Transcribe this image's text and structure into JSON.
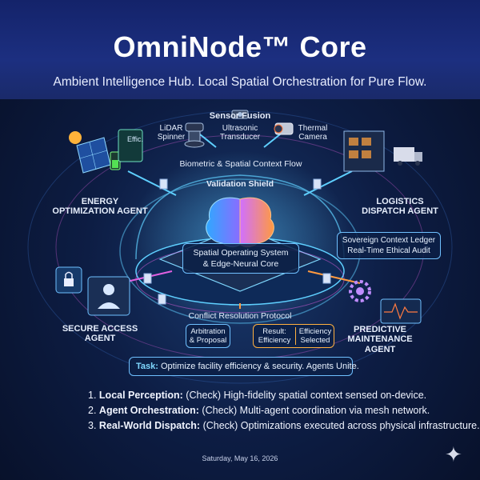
{
  "header": {
    "title": "OmniNode™ Core",
    "subtitle": "Ambient Intelligence Hub. Local Spatial Orchestration for Pure Flow."
  },
  "diagram": {
    "sensor_fusion": "Sensor Fusion",
    "sensors": {
      "lidar": [
        "LiDAR",
        "Spinner"
      ],
      "ultrasonic": [
        "Ultrasonic",
        "Transducer"
      ],
      "thermal": [
        "Thermal",
        "Camera"
      ]
    },
    "context_flow": "Biometric & Spatial Context Flow",
    "validation_shield": "Validation Shield",
    "core": [
      "Spatial Operating System",
      "& Edge-Neural Core"
    ],
    "energy_agent": [
      "ENERGY",
      "OPTIMIZATION AGENT"
    ],
    "energy_tile_text": "Effic.",
    "logistics_agent": [
      "LOGISTICS",
      "DISPATCH AGENT"
    ],
    "ledger": [
      "Sovereign Context Ledger",
      "Real-Time Ethical Audit"
    ],
    "secure_agent": [
      "SECURE ACCESS",
      "AGENT"
    ],
    "predictive_agent": [
      "PREDICTIVE",
      "MAINTENANCE",
      "AGENT"
    ],
    "conflict_protocol": "Conflict Resolution Protocol",
    "arbitration": [
      "Arbitration",
      "& Proposal"
    ],
    "result": [
      "Result:",
      "Efficiency"
    ],
    "selected": [
      "Efficiency",
      "Selected"
    ],
    "task_label": "Task:",
    "task_text": "Optimize facility efficiency & security. Agents Unite."
  },
  "steps": [
    {
      "num": "1.",
      "title": "Local Perception:",
      "text": "(Check) High-fidelity spatial context sensed on-device."
    },
    {
      "num": "2.",
      "title": "Agent Orchestration:",
      "text": "(Check) Multi-agent coordination via mesh network."
    },
    {
      "num": "3.",
      "title": "Real-World Dispatch:",
      "text": "(Check) Optimizations executed across physical infrastructure."
    }
  ],
  "date": "Saturday, May 16, 2026",
  "colors": {
    "accent_cyan": "#5fd0ff",
    "accent_magenta": "#e060e0",
    "accent_orange": "#ff9a40",
    "header_bg": "#1c2f80"
  },
  "icons": [
    "solar-panel-icon",
    "battery-icon",
    "lidar-icon",
    "ultrasonic-icon",
    "thermal-camera-icon",
    "warehouse-icon",
    "truck-icon",
    "lock-icon",
    "user-icon",
    "gear-icon",
    "brain-icon",
    "document-icon",
    "sparkle-icon"
  ]
}
